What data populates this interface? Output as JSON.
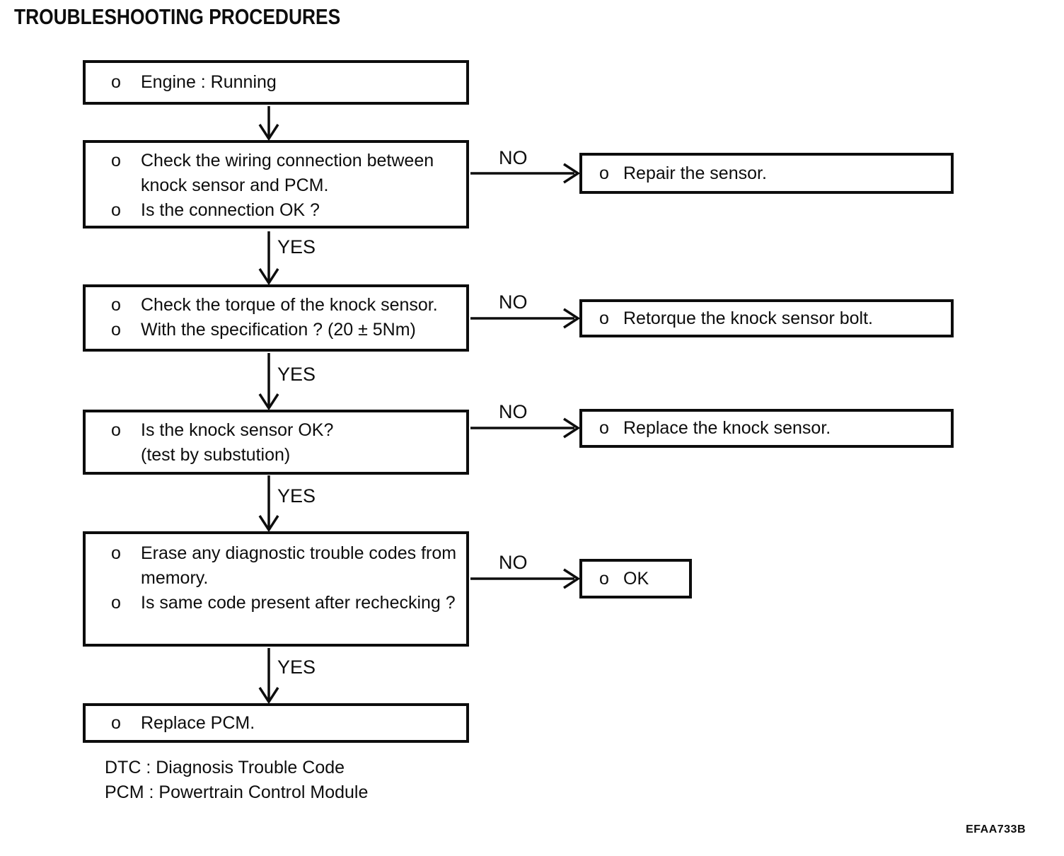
{
  "title": "TROUBLESHOOTING PROCEDURES",
  "bullet": "o",
  "labels": {
    "yes": "YES",
    "no": "NO"
  },
  "steps": {
    "s1": {
      "i1": "Engine : Running"
    },
    "s2": {
      "i1": "Check the wiring connection between knock sensor and PCM.",
      "i2": "Is the connection OK ?"
    },
    "s3": {
      "i1": "Check the torque of the knock sensor.",
      "i2": "With the specification ? (20 ± 5Nm)"
    },
    "s4": {
      "i1": "Is the knock sensor OK?",
      "i1b": "(test by substution)"
    },
    "s5": {
      "i1": "Erase any diagnostic trouble codes from memory.",
      "i2": "Is same code present after rechecking ?"
    },
    "s6": {
      "i1": "Replace PCM."
    }
  },
  "results": {
    "r1": "Repair the sensor.",
    "r2": "Retorque the knock sensor bolt.",
    "r3": "Replace the knock sensor.",
    "r4": "OK"
  },
  "notes": {
    "n1": "DTC : Diagnosis Trouble Code",
    "n2": "PCM : Powertrain Control Module"
  },
  "figure_code": "EFAA733B",
  "colors": {
    "ink": "#0d0d0d",
    "paper": "#ffffff"
  }
}
